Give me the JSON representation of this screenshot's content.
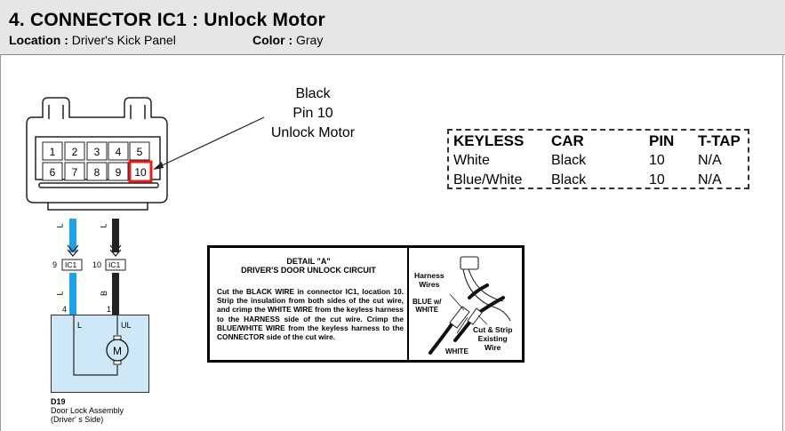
{
  "header": {
    "title": "4. CONNECTOR IC1 : Unlock Motor",
    "location_label": "Location :",
    "location_value": "Driver's Kick Panel",
    "color_label": "Color :",
    "color_value": "Gray"
  },
  "connector": {
    "pins_top": [
      "1",
      "2",
      "3",
      "4",
      "5"
    ],
    "pins_bottom": [
      "6",
      "7",
      "8",
      "9",
      "10"
    ],
    "highlight_pin": "10",
    "highlight_color": "#e0201b"
  },
  "callout": {
    "line1": "Black",
    "line2": "Pin 10",
    "line3": "Unlock Motor"
  },
  "key_table": {
    "headers": [
      "KEYLESS",
      "CAR",
      "PIN",
      "T-TAP"
    ],
    "rows": [
      [
        "White",
        "Black",
        "10",
        "N/A"
      ],
      [
        "Blue/White",
        "Black",
        "10",
        "N/A"
      ]
    ]
  },
  "detail": {
    "title_line1": "DETAIL \"A\"",
    "title_line2": "DRIVER'S DOOR UNLOCK CIRCUIT",
    "instructions": "Cut the  BLACK WIRE in connector IC1, location 10.  Strip the insulation from both sides of the cut wire, and crimp the WHITE WIRE from the keyless harness to the HARNESS side of the cut wire. Crimp the BLUE/WHITE WIRE from the keyless harness to the CONNECTOR side of the cut wire.",
    "label_harness_1": "Harness",
    "label_harness_2": "Wires",
    "label_blue_1": "BLUE w/",
    "label_blue_2": "WHITE",
    "label_cut_1": "Cut & Strip",
    "label_cut_2": "Existing",
    "label_cut_3": "Wire",
    "label_white": "WHITE"
  },
  "wiring": {
    "wire_left_code": "L",
    "wire_right_code": "B",
    "wire_left_color": "#1ea1e6",
    "wire_right_color": "#222222",
    "left_pin": "9",
    "right_pin": "10",
    "connector_tag": "IC1",
    "assembly_pin_left": "4",
    "assembly_pin_right": "1",
    "assembly_term_left": "L",
    "assembly_term_right": "UL",
    "motor_label": "M",
    "assembly_code": "D19",
    "assembly_name": "Door Lock Assembly",
    "assembly_side": "(Driver' s Side)",
    "assembly_fill": "#cfe8f7"
  }
}
